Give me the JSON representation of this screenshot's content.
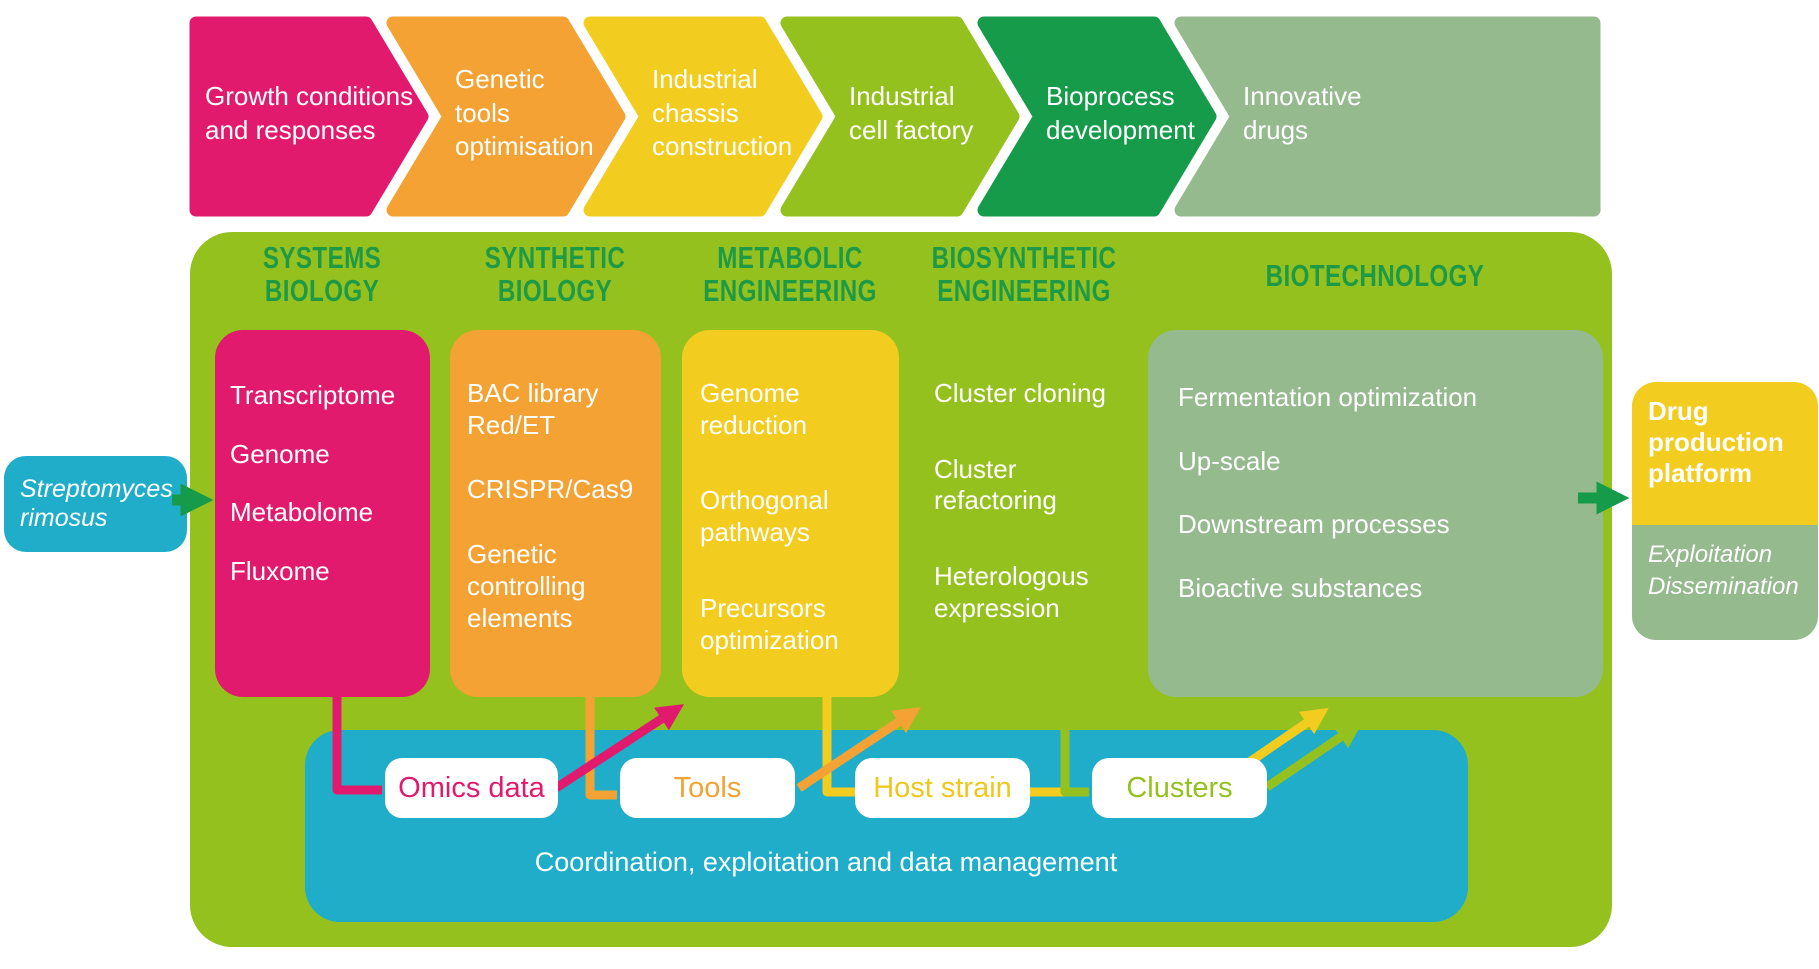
{
  "pipeline": {
    "arrows": [
      {
        "label": "Growth conditions and responses",
        "color": "#e21a6e"
      },
      {
        "label": "Genetic tools optimisation",
        "color": "#f4a233"
      },
      {
        "label": "Industrial chassis construction",
        "color": "#f3cc20"
      },
      {
        "label": "Industrial cell factory",
        "color": "#95c11f"
      },
      {
        "label": "Bioprocess development",
        "color": "#169b4a"
      },
      {
        "label": "Innovative drugs",
        "color": "#94ba8e"
      }
    ]
  },
  "input_box": {
    "label": "Streptomyces rimosus",
    "color": "#1fadca"
  },
  "panel": {
    "background_color": "#95c11f",
    "header_color": "#1e9a47",
    "columns": [
      {
        "header": "SYSTEMS BIOLOGY",
        "box_color": "#e21a6e",
        "items": [
          "Transcriptome",
          "Genome",
          "Metabolome",
          "Fluxome"
        ]
      },
      {
        "header": "SYNTHETIC BIOLOGY",
        "box_color": "#f4a233",
        "items": [
          "BAC library Red/ET",
          "CRISPR/Cas9",
          "Genetic controlling elements"
        ]
      },
      {
        "header": "METABOLIC ENGINEERING",
        "box_color": "#f3cc20",
        "items": [
          "Genome reduction",
          "Orthogonal pathways",
          "Precursors optimization"
        ]
      },
      {
        "header": "BIOSYNTHETIC ENGINEERING",
        "box_color": "none",
        "items": [
          "Cluster cloning",
          "Cluster refactoring",
          "Heterologous expression"
        ]
      },
      {
        "header": "BIOTECHNOLOGY",
        "box_color": "#94ba8e",
        "items": [
          "Fermentation optimization",
          "Up-scale",
          "Downstream processes",
          "Bioactive substances"
        ]
      }
    ]
  },
  "coordination": {
    "bar_label": "Coordination, exploitation and data management",
    "bar_color": "#1fadca",
    "pills": [
      {
        "label": "Omics data",
        "color": "#e21a6e"
      },
      {
        "label": "Tools",
        "color": "#f4a233"
      },
      {
        "label": "Host strain",
        "color": "#eec81d"
      },
      {
        "label": "Clusters",
        "color": "#95c11f"
      }
    ]
  },
  "output_box": {
    "title": "Drug production platform",
    "title_bg": "#f3cc20",
    "subtitle_lines": [
      "Exploitation",
      "Dissemination"
    ],
    "subtitle_bg": "#94ba8e"
  },
  "flow_arrow_color": "#169b4a"
}
